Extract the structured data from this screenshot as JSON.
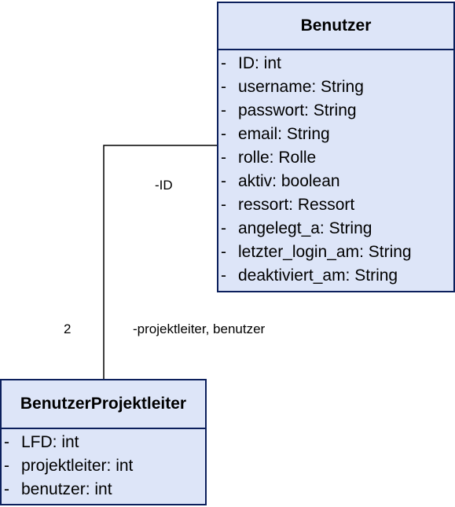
{
  "diagram": {
    "classes": {
      "benutzer": {
        "name": "Benutzer",
        "attributes": [
          {
            "dash": "-",
            "text": "ID:  int"
          },
          {
            "dash": "-",
            "text": "username:  String"
          },
          {
            "dash": "-",
            "text": "passwort:  String"
          },
          {
            "dash": "-",
            "text": "email:  String"
          },
          {
            "dash": "-",
            "text": "rolle:  Rolle"
          },
          {
            "dash": "-",
            "text": "aktiv:  boolean"
          },
          {
            "dash": "-",
            "text": "ressort:  Ressort"
          },
          {
            "dash": "-",
            "text": "angelegt_a:  String"
          },
          {
            "dash": "-",
            "text": "letzter_login_am:  String"
          },
          {
            "dash": "-",
            "text": "deaktiviert_am:  String"
          }
        ]
      },
      "projektleiter": {
        "name": "BenutzerProjektleiter",
        "attributes": [
          {
            "dash": "-",
            "text": "LFD:  int"
          },
          {
            "dash": "-",
            "text": "projektleiter:  int"
          },
          {
            "dash": "-",
            "text": "benutzer:  int"
          }
        ]
      }
    },
    "association": {
      "role_at_benutzer": "-ID",
      "multiplicity_at_projektleiter": "2",
      "role_at_projektleiter": "-projektleiter, benutzer"
    },
    "colors": {
      "class_fill": "#dde5f8",
      "class_border": "#0b1f5c",
      "line": "#000000"
    }
  }
}
